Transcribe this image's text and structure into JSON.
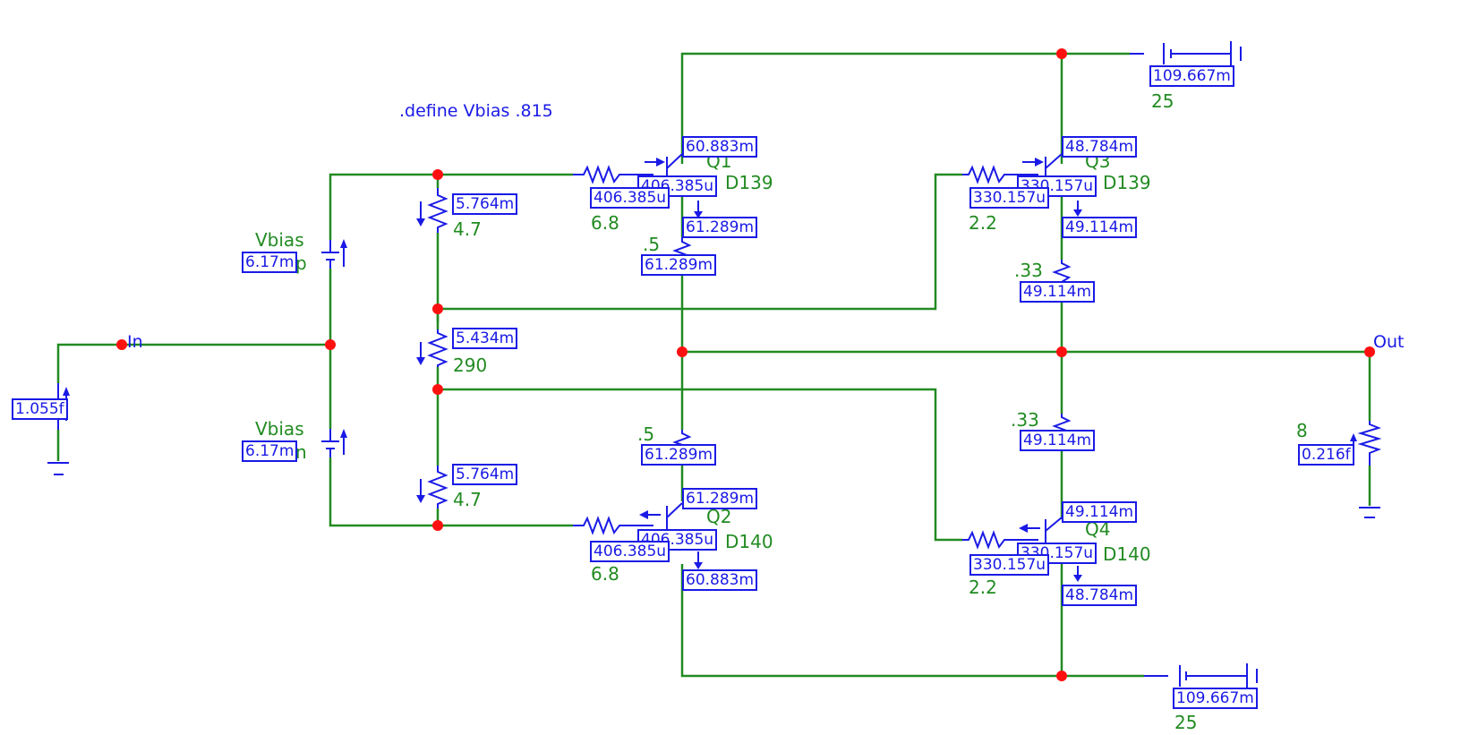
{
  "directive": ".define Vbias .815",
  "nodes": {
    "input": "In",
    "output": "Out"
  },
  "sources": {
    "input_current": "1.055f",
    "vbias_top": {
      "name": "Vbias",
      "current": "6.17m",
      "suffix": "p"
    },
    "vbias_bottom": {
      "name": "Vbias",
      "current": "6.17m",
      "suffix": "n"
    }
  },
  "bias_network": {
    "pot_top": {
      "current": "5.764m",
      "value": "4.7"
    },
    "pot_mid": {
      "current": "5.434m",
      "value": "290"
    },
    "pot_bottom": {
      "current": "5.764m",
      "value": "4.7"
    }
  },
  "q1": {
    "name": "Q1",
    "model_suffix": "D139",
    "collector_current": "60.883m",
    "base_current_overlap": "406.385u",
    "emitter_current": "61.289m",
    "base_res_current": "406.385u",
    "base_res_value": "6.8",
    "emitter_res_value": ".5",
    "emitter_res_current": "61.289m"
  },
  "q2": {
    "name": "Q2",
    "model_suffix": "D140",
    "emitter_res_value": ".5",
    "emitter_res_current": "61.289m",
    "emitter_current": "61.289m",
    "base_current_overlap": "406.385u",
    "base_res_current": "406.385u",
    "base_res_value": "6.8",
    "collector_current": "60.883m"
  },
  "q3": {
    "name": "Q3",
    "model_suffix": "D139",
    "collector_current": "48.784m",
    "base_current_overlap": "330.157u",
    "base_res_current": "330.157u",
    "base_res_value": "2.2",
    "emitter_current": "49.114m",
    "emitter_res_value": ".33",
    "emitter_res_current": "49.114m"
  },
  "q4": {
    "name": "Q4",
    "model_suffix": "D140",
    "emitter_res_value": ".33",
    "emitter_res_current": "49.114m",
    "emitter_current": "49.114m",
    "base_current_overlap": "330.157u",
    "base_res_current": "330.157u",
    "base_res_value": "2.2",
    "collector_current": "48.784m"
  },
  "supplies": {
    "top": {
      "current": "109.667m",
      "voltage": "25"
    },
    "bottom": {
      "current": "109.667m",
      "voltage": "25"
    }
  },
  "load": {
    "value": "8",
    "current": "0.216f"
  },
  "colors": {
    "wire": "#228B22",
    "component": "#1a1ae6",
    "node": "#ff1010"
  }
}
